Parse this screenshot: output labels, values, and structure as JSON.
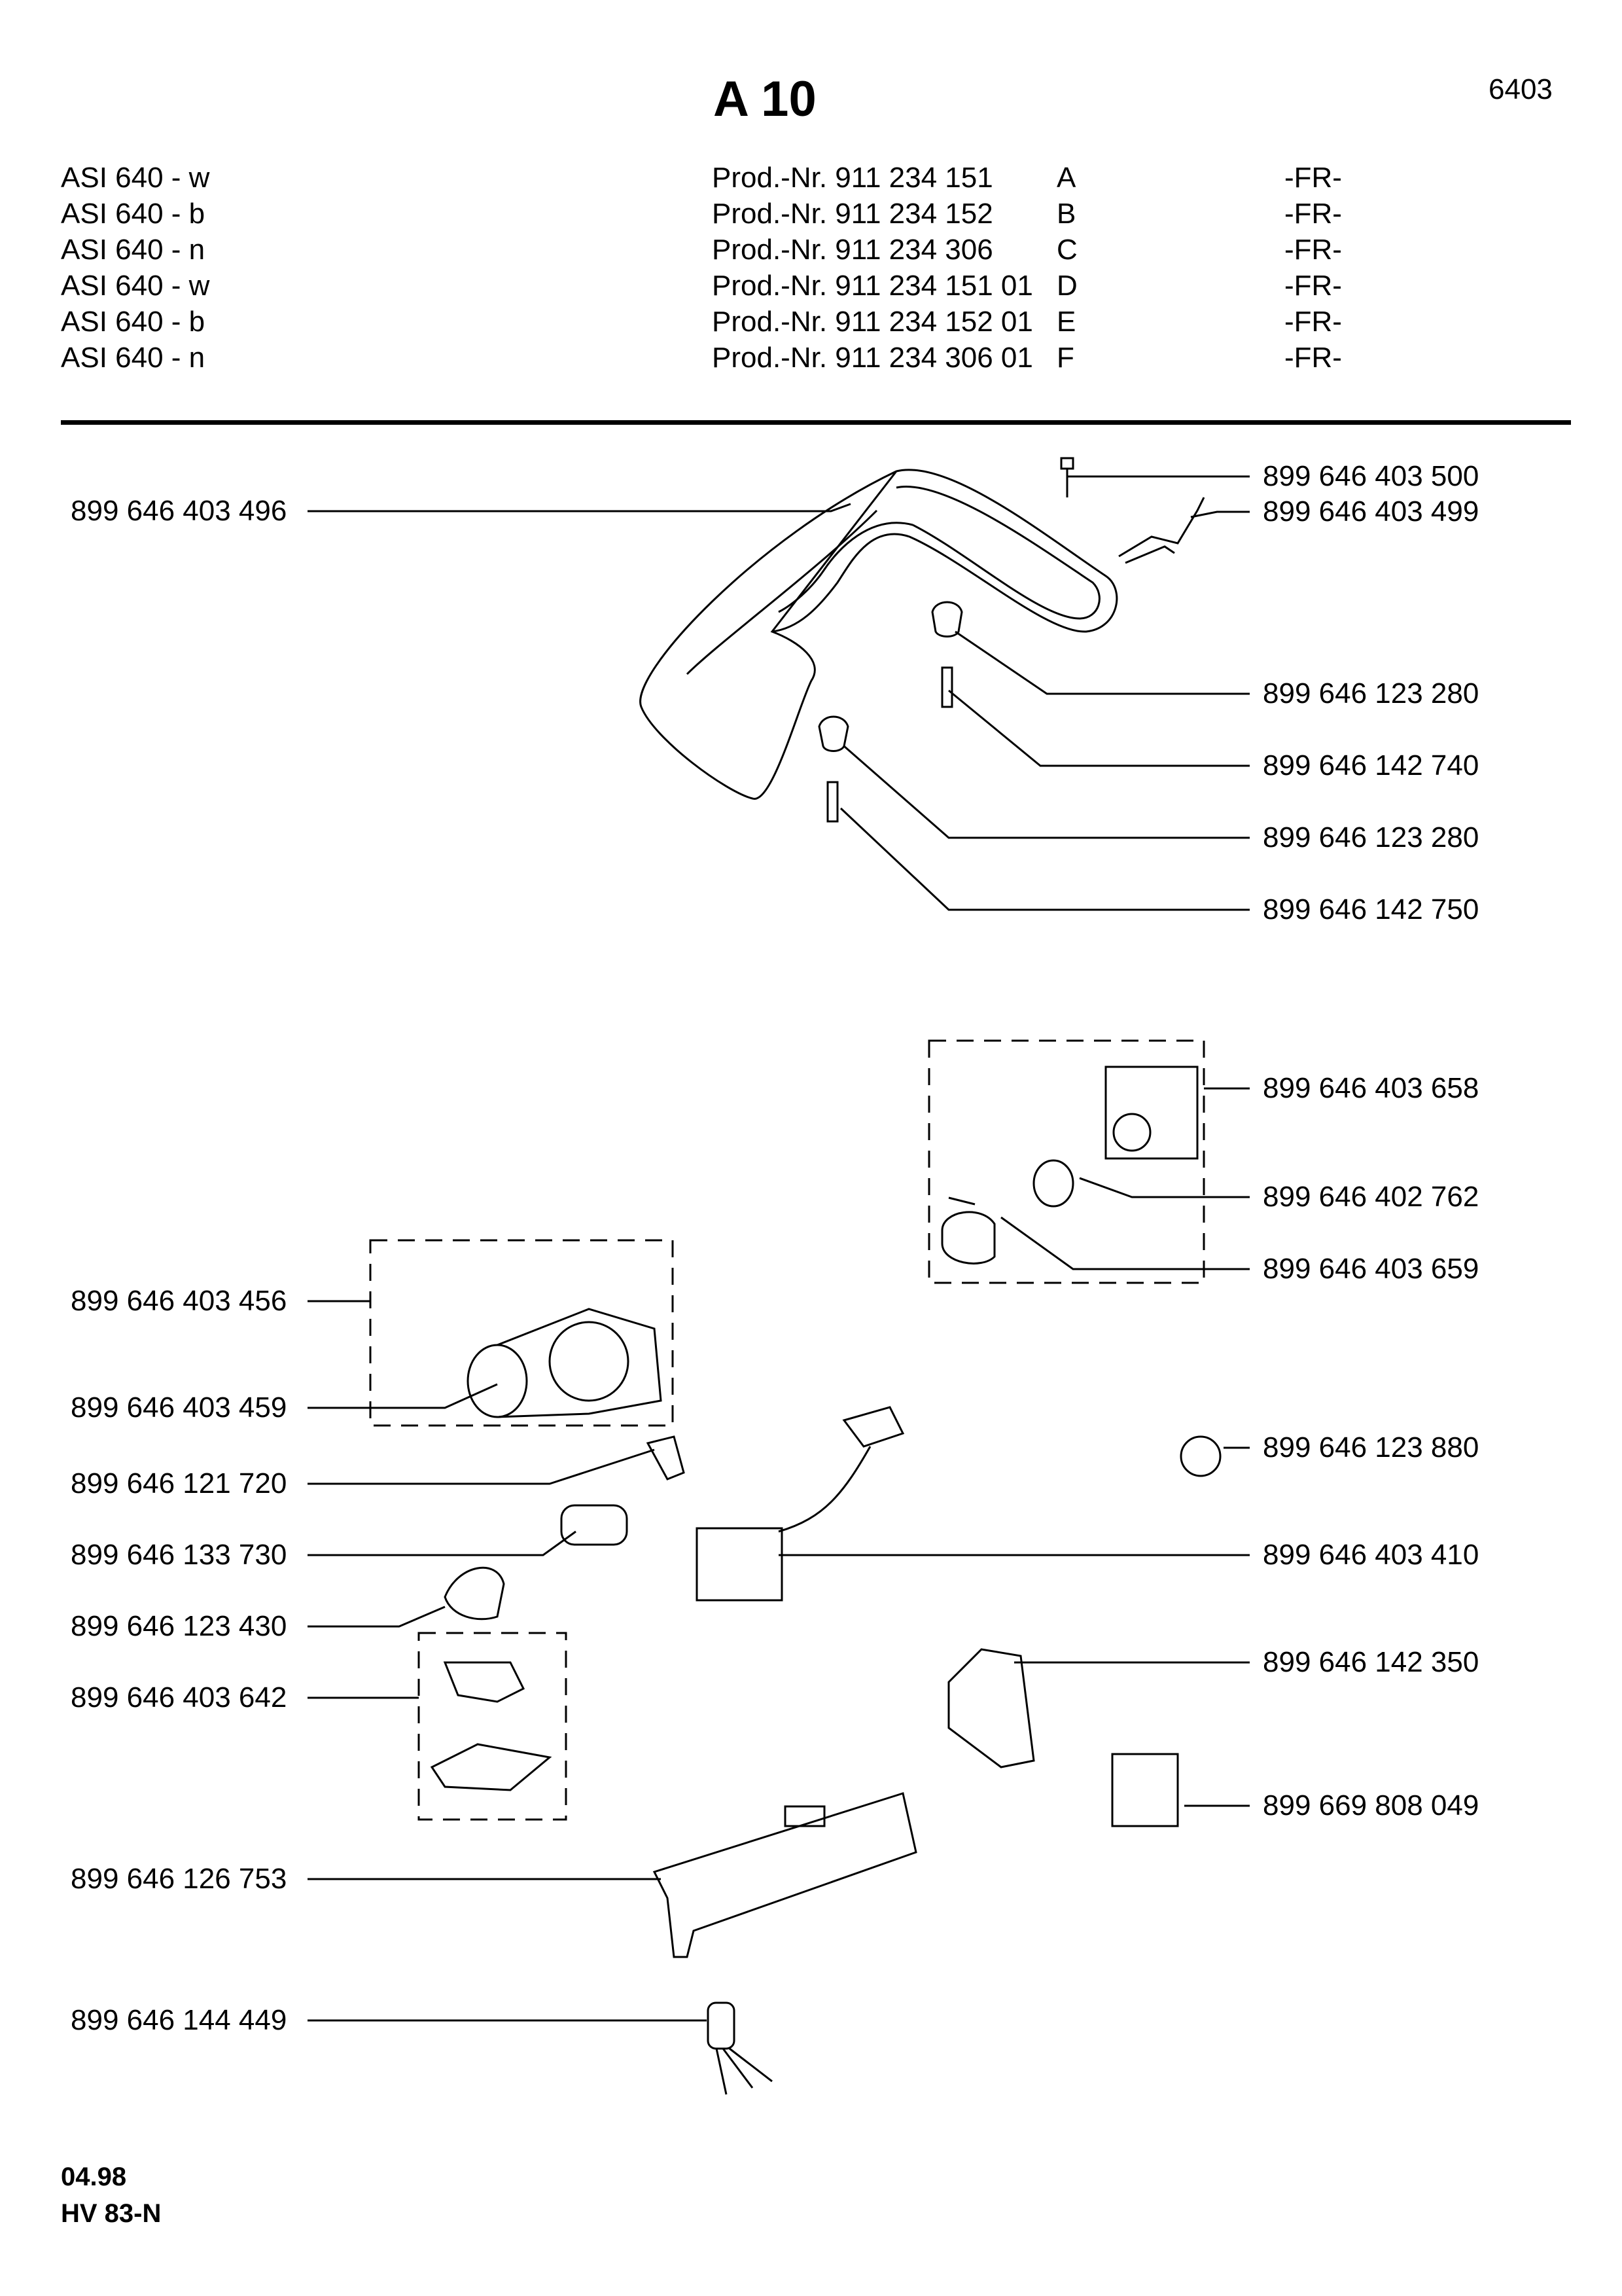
{
  "header": {
    "title": "A 10",
    "sheet_number": "6403",
    "models": [
      {
        "model": "ASI 640 - w",
        "prod": "Prod.-Nr. 911 234 151",
        "variant": "A",
        "country": "-FR-"
      },
      {
        "model": "ASI 640 - b",
        "prod": "Prod.-Nr. 911 234 152",
        "variant": "B",
        "country": "-FR-"
      },
      {
        "model": "ASI 640 - n",
        "prod": "Prod.-Nr. 911 234 306",
        "variant": "C",
        "country": "-FR-"
      },
      {
        "model": "ASI 640 - w",
        "prod": "Prod.-Nr. 911 234 151 01",
        "variant": "D",
        "country": "-FR-"
      },
      {
        "model": "ASI 640 - b",
        "prod": "Prod.-Nr. 911 234 152 01",
        "variant": "E",
        "country": "-FR-"
      },
      {
        "model": "ASI 640 - n",
        "prod": "Prod.-Nr. 911 234 306 01",
        "variant": "F",
        "country": "-FR-"
      }
    ]
  },
  "parts_left": [
    "899 646 403 496",
    "899 646 403 456",
    "899 646 403 459",
    "899 646 121 720",
    "899 646 133 730",
    "899 646 123 430",
    "899 646 403 642",
    "899 646 126 753",
    "899 646 144 449"
  ],
  "parts_right": [
    "899 646 403 500",
    "899 646 403 499",
    "899 646 123 280",
    "899 646 142 740",
    "899 646 123 280",
    "899 646 142 750",
    "899 646 403 658",
    "899 646 402 762",
    "899 646 403 659",
    "899 646 123 880",
    "899 646 403 410",
    "899 646 142 350",
    "899 669 808 049"
  ],
  "footer": {
    "date": "04.98",
    "code": "HV 83-N"
  }
}
